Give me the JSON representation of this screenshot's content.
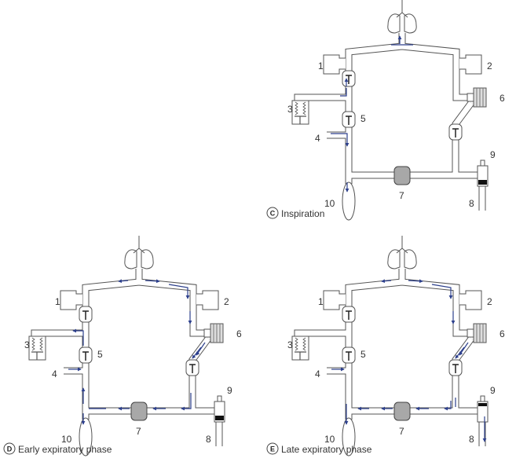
{
  "colors": {
    "tube": "#555555",
    "flow_arrow": "#2c3f8c",
    "absorber": "#a8a8a8"
  },
  "component_labels": {
    "c1": "1",
    "c2": "2",
    "c3": "3",
    "c4": "4",
    "c5": "5",
    "c6": "6",
    "c7": "7",
    "c8": "8",
    "c9": "9",
    "c10": "10"
  },
  "panels": [
    {
      "id": "C",
      "letter": "C",
      "caption": "Inspiration"
    },
    {
      "id": "D",
      "letter": "D",
      "caption": "Early expiratory phase"
    },
    {
      "id": "E",
      "letter": "E",
      "caption": "Late expiratory phase"
    }
  ]
}
